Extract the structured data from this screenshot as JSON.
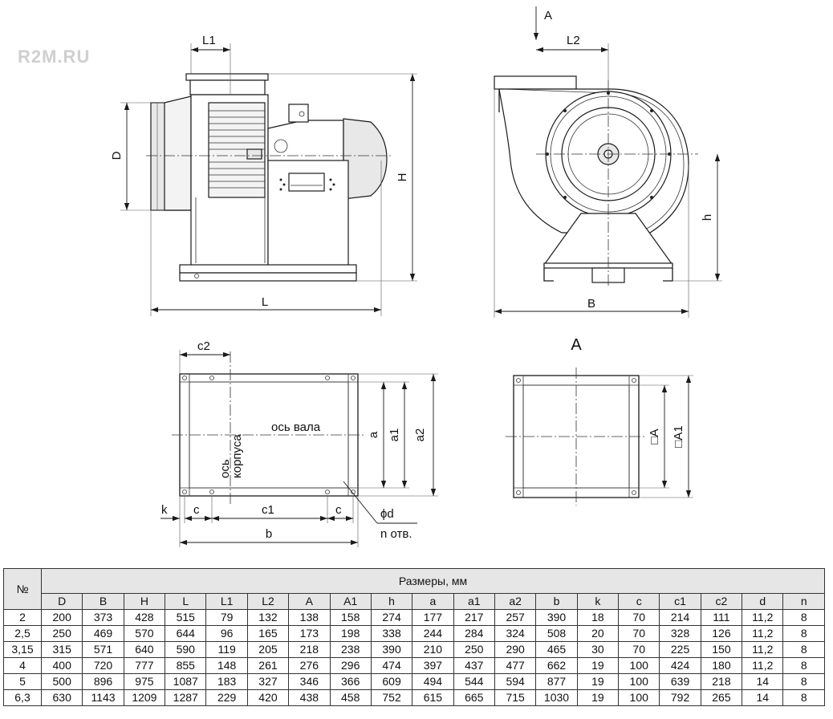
{
  "watermark": "R2M.RU",
  "labels": {
    "L1": "L1",
    "L2": "L2",
    "D": "D",
    "H": "H",
    "L": "L",
    "B": "B",
    "h": "h",
    "A_arrow": "A",
    "A_view": "A",
    "c2": "c2",
    "a": "a",
    "a1": "a1",
    "a2": "a2",
    "k": "k",
    "c": "c",
    "c1": "c1",
    "b": "b",
    "d": "ϕd",
    "n_holes": "n отв.",
    "shaft_axis": "ось вала",
    "housing_axis_1": "ось",
    "housing_axis_2": "корпуса",
    "sq_A": "□A",
    "sq_A1": "□A1"
  },
  "table": {
    "number_header": "№",
    "group_header": "Размеры, мм",
    "columns": [
      "D",
      "B",
      "H",
      "L",
      "L1",
      "L2",
      "A",
      "A1",
      "h",
      "a",
      "a1",
      "a2",
      "b",
      "k",
      "c",
      "c1",
      "c2",
      "d",
      "n"
    ],
    "rows": [
      [
        "2",
        "200",
        "373",
        "428",
        "515",
        "79",
        "132",
        "138",
        "158",
        "274",
        "177",
        "217",
        "257",
        "390",
        "18",
        "70",
        "214",
        "111",
        "11,2",
        "8"
      ],
      [
        "2,5",
        "250",
        "469",
        "570",
        "644",
        "96",
        "165",
        "173",
        "198",
        "338",
        "244",
        "284",
        "324",
        "508",
        "20",
        "70",
        "328",
        "126",
        "11,2",
        "8"
      ],
      [
        "3,15",
        "315",
        "571",
        "640",
        "590",
        "119",
        "205",
        "218",
        "238",
        "390",
        "210",
        "250",
        "290",
        "465",
        "30",
        "70",
        "225",
        "150",
        "11,2",
        "8"
      ],
      [
        "4",
        "400",
        "720",
        "777",
        "855",
        "148",
        "261",
        "276",
        "296",
        "474",
        "397",
        "437",
        "477",
        "662",
        "19",
        "100",
        "424",
        "180",
        "11,2",
        "8"
      ],
      [
        "5",
        "500",
        "896",
        "975",
        "1087",
        "183",
        "327",
        "346",
        "366",
        "609",
        "494",
        "544",
        "594",
        "877",
        "19",
        "100",
        "639",
        "218",
        "14",
        "8"
      ],
      [
        "6,3",
        "630",
        "1143",
        "1209",
        "1287",
        "229",
        "420",
        "438",
        "458",
        "752",
        "615",
        "665",
        "715",
        "1030",
        "19",
        "100",
        "792",
        "265",
        "14",
        "8"
      ]
    ]
  }
}
